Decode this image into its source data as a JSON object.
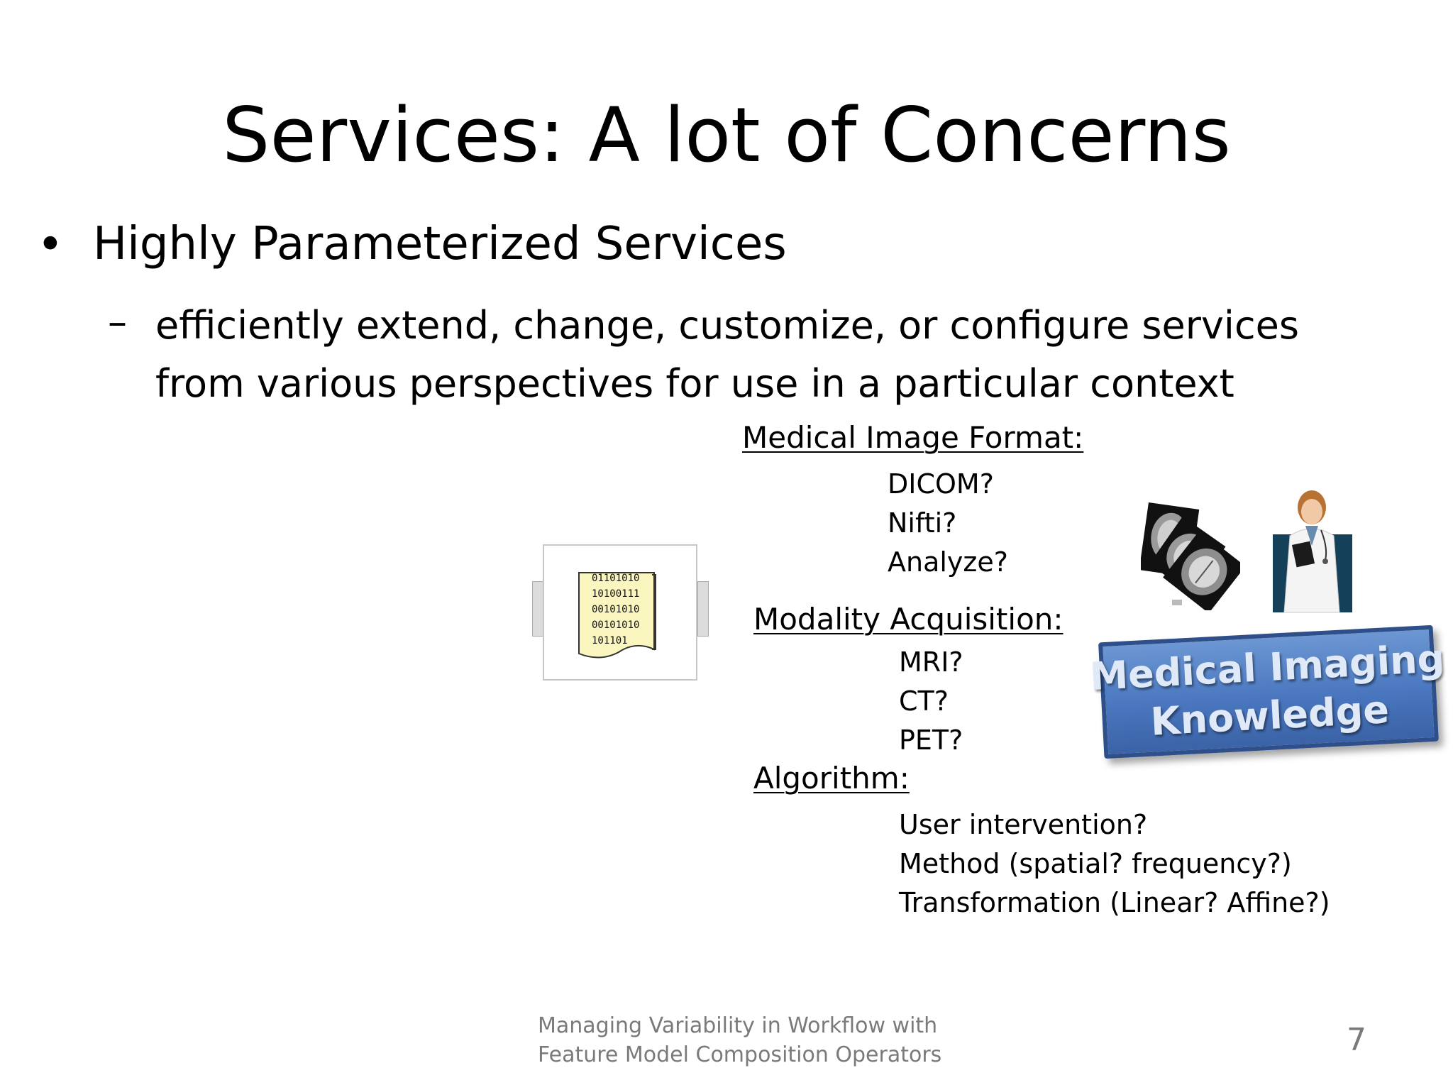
{
  "slide": {
    "title": "Services: A lot of Concerns",
    "bullet": "Highly Parameterized Services",
    "sub_bullet_dash": "–",
    "sub_bullet_lines": [
      "efficiently extend, change, customize, or configure services",
      "from various perspectives for use in a particular context"
    ]
  },
  "concerns": [
    {
      "heading": "Medical Image Format:",
      "items": [
        "DICOM?",
        "Nifti?",
        "Analyze?"
      ]
    },
    {
      "heading": "Modality Acquisition:",
      "items": [
        "MRI?",
        "CT?",
        "PET?"
      ]
    },
    {
      "heading": "Algorithm:",
      "items": [
        "User intervention?",
        "Method (spatial? frequency?)",
        "Transformation (Linear? Affine?)"
      ]
    }
  ],
  "service_icon": {
    "binary_lines": [
      "01101010",
      "10100111",
      "00101010",
      "00101010",
      "101101"
    ]
  },
  "badge": {
    "line1": "Medical Imaging",
    "line2": "Knowledge"
  },
  "footer": {
    "line1": "Managing Variability in Workflow with",
    "line2": "Feature Model Composition Operators"
  },
  "page_number": "7",
  "icons": [
    "service-component-icon",
    "binary-document-icon",
    "mri-brain-scans-image",
    "doctor-image"
  ],
  "colors": {
    "badge_fill": "#4a77bf",
    "badge_border": "#2e4f8a",
    "badge_text": "#dfe9f8",
    "footer_text": "#7a7a7a",
    "document_fill": "#fbf6c0"
  }
}
